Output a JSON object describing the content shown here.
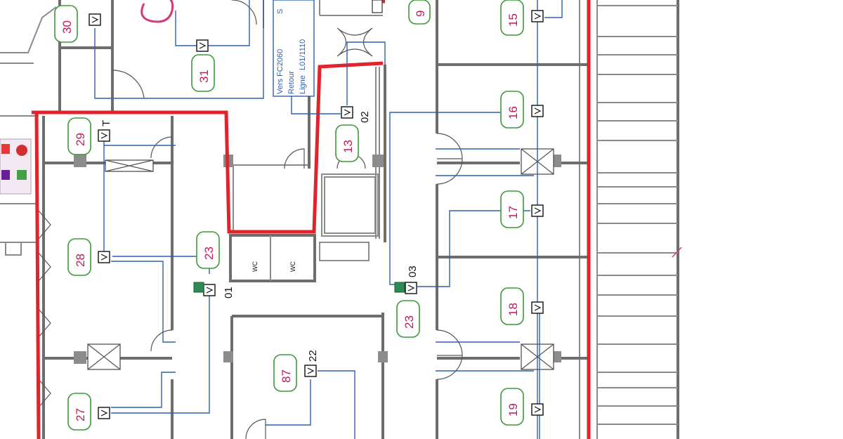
{
  "plan": {
    "room_tags": [
      "30",
      "31",
      "29",
      "28",
      "23",
      "27",
      "13",
      "87",
      "23",
      "15",
      "16",
      "17",
      "18",
      "19",
      "9"
    ],
    "device_labels": [
      "T",
      "02",
      "01",
      "03",
      "22"
    ],
    "info_box": {
      "line1": "Vers FC2060",
      "line1_tail": "S",
      "line2": "Retour",
      "line3_label": "Ligne",
      "line3_value": "L01/1110"
    },
    "wc_labels": [
      "WC",
      "WC"
    ],
    "colors": {
      "fire_boundary": "#e0242b",
      "wiring": "#2f5fb3",
      "room_number_text": "#c2185b",
      "room_tag_border": "#3a9a3a",
      "walls": "#6d6d6d"
    }
  }
}
